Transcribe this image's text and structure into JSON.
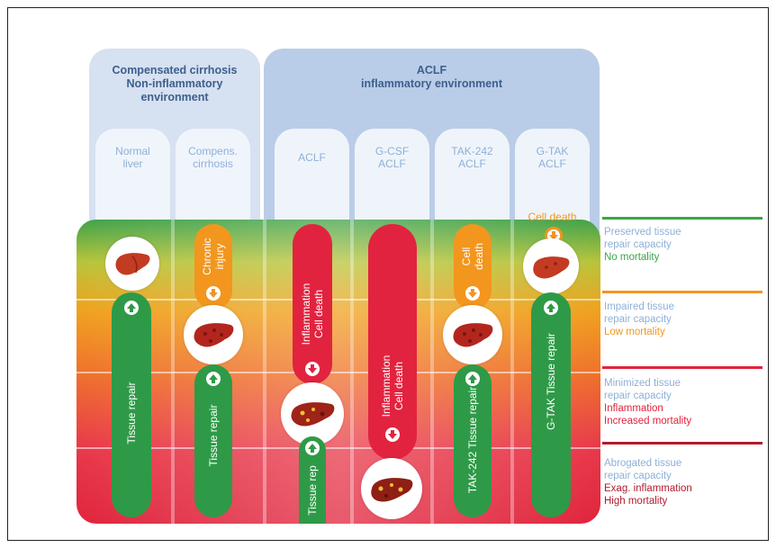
{
  "headers": {
    "compensated": "Compensated cirrhosis\nNon-inflammatory\nenvironment",
    "aclf": "ACLF\ninflammatory environment"
  },
  "columns": [
    {
      "label": "Normal\nliver"
    },
    {
      "label": "Compens.\ncirrhosis"
    },
    {
      "label": "ACLF"
    },
    {
      "label": "G-CSF\nACLF"
    },
    {
      "label": "TAK-242\nACLF"
    },
    {
      "label": "G-TAK\nACLF"
    }
  ],
  "bars": {
    "normal_repair": "Tissue repair",
    "compens_injury": "Chronic\ninjury",
    "compens_repair": "Tissue repair",
    "aclf_damage": "Inflammation\nCell death",
    "aclf_repair": "Tissue rep",
    "gcsf_damage": "Inflammation\nCell death",
    "tak_death": "Cell\ndeath",
    "tak_repair": "TAK-242 Tissue repair",
    "gtak_repair": "G-TAK Tissue repair",
    "gtak_celldeath": "Cell death"
  },
  "legend": [
    {
      "line1": "Preserved tissue",
      "line2": "repair capacity",
      "status": [
        "No mortality"
      ],
      "color": "#3aa546"
    },
    {
      "line1": "Impaired tissue",
      "line2": "repair capacity",
      "status": [
        "Low mortality"
      ],
      "color": "#f2961e"
    },
    {
      "line1": "Minimized tissue",
      "line2": "repair capacity",
      "status": [
        "Inflammation",
        "Increased mortality"
      ],
      "color": "#e2233f"
    },
    {
      "line1": "Abrogated tissue",
      "line2": "repair capacity",
      "status": [
        "Exag. inflammation",
        "High mortality"
      ],
      "color": "#b01c2e"
    }
  ],
  "colors": {
    "green": "#2e9a47",
    "red": "#e2233f",
    "orange": "#f2961e",
    "header_bg": "#c9d7ec",
    "header_text": "#3d5f8c"
  }
}
